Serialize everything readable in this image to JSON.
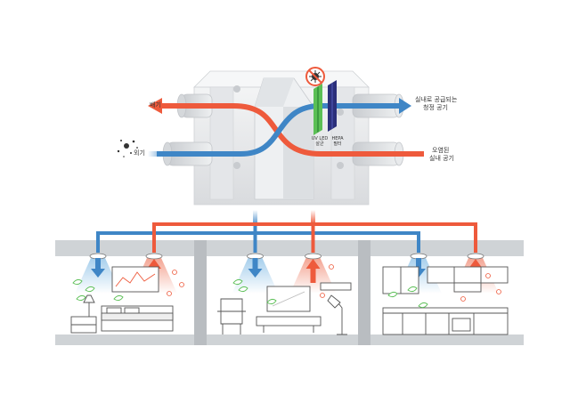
{
  "labels": {
    "exhaust": "배기",
    "outdoor_air": "외기",
    "supply_line1": "실내로 공급되는",
    "supply_line2": "청정 공기",
    "polluted_line1": "오염된",
    "polluted_line2": "실내 공기",
    "uvled_line1": "UV LED",
    "uvled_line2": "살균",
    "hepa_line1": "HEPA",
    "hepa_line2": "필터"
  },
  "colors": {
    "supply_blue": "#3f86c6",
    "return_red": "#ee5a3c",
    "wall_gray": "#cfd3d6",
    "unit_body": "#e9eaec",
    "hepa_blue": "#2b2f7a",
    "uv_green": "#5bbf55"
  },
  "icons": [
    "virus-blocked-icon",
    "dust-particles-icon",
    "leaf-icon"
  ],
  "rooms": [
    "bedroom",
    "living-room",
    "kitchen"
  ]
}
